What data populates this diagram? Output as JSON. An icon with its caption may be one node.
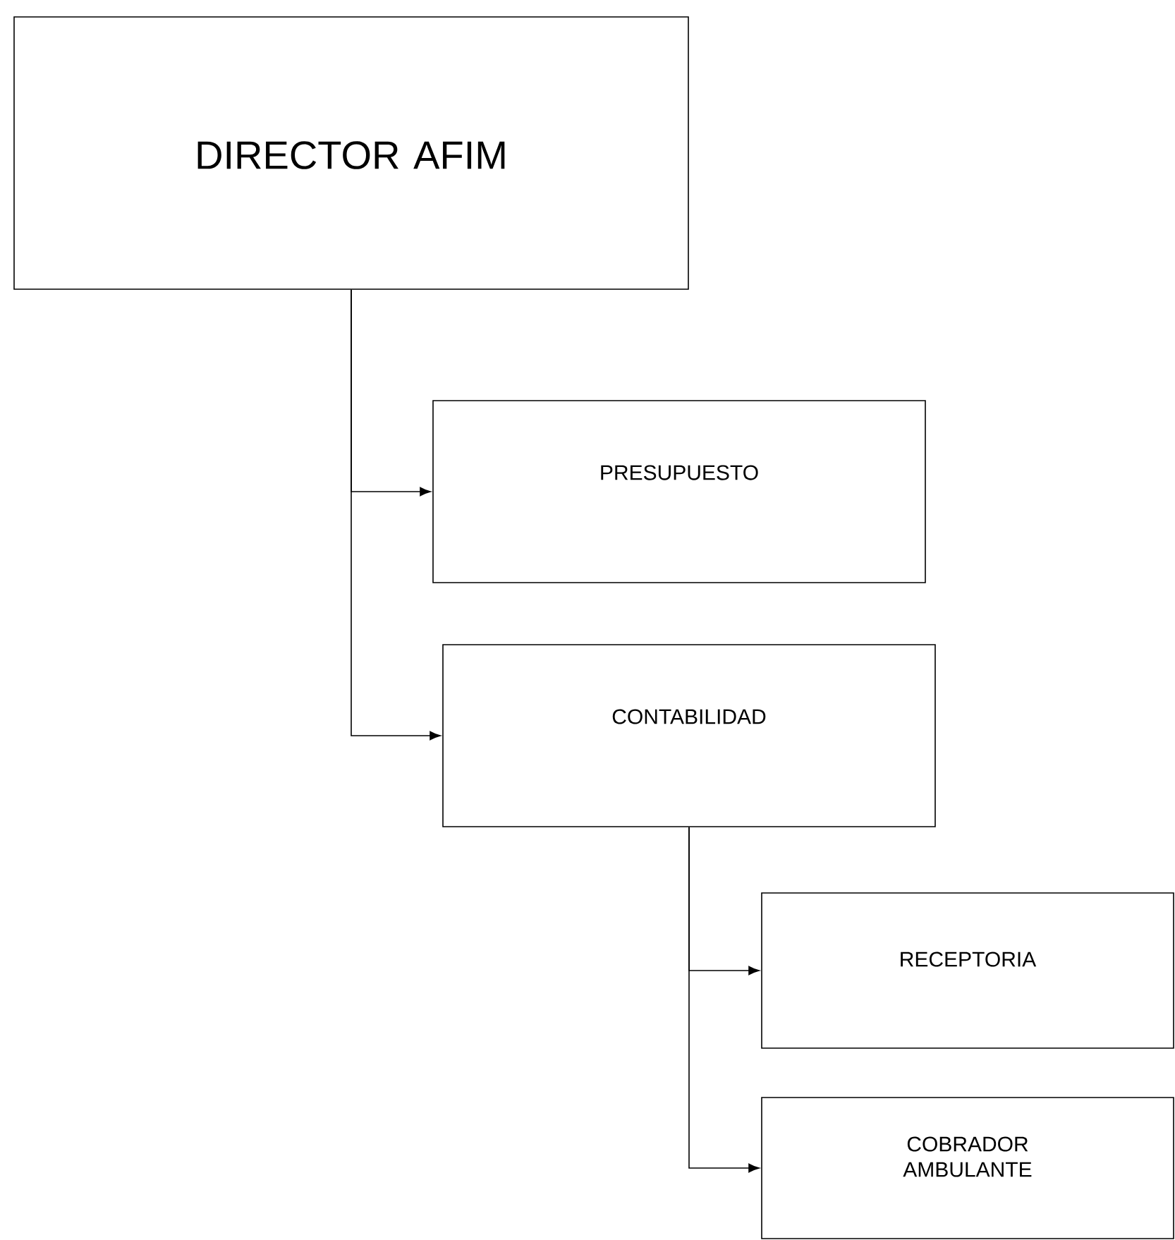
{
  "diagram": {
    "nodes": [
      {
        "text": [
          "DIRECTOR AFIM"
        ]
      },
      {
        "text": [
          "PRESUPUESTO"
        ]
      },
      {
        "text": [
          "CONTABILIDAD"
        ]
      },
      {
        "text": [
          "RECEPTORIA"
        ]
      },
      {
        "text": [
          "COBRADOR AMBULANTE"
        ]
      }
    ],
    "edges": [
      {
        "from": 0,
        "to": 1,
        "arrow": "to"
      },
      {
        "from": 0,
        "to": 2,
        "arrow": "to"
      },
      {
        "from": 2,
        "to": 3,
        "arrow": "to"
      },
      {
        "from": 2,
        "to": 4,
        "arrow": "to"
      }
    ]
  }
}
